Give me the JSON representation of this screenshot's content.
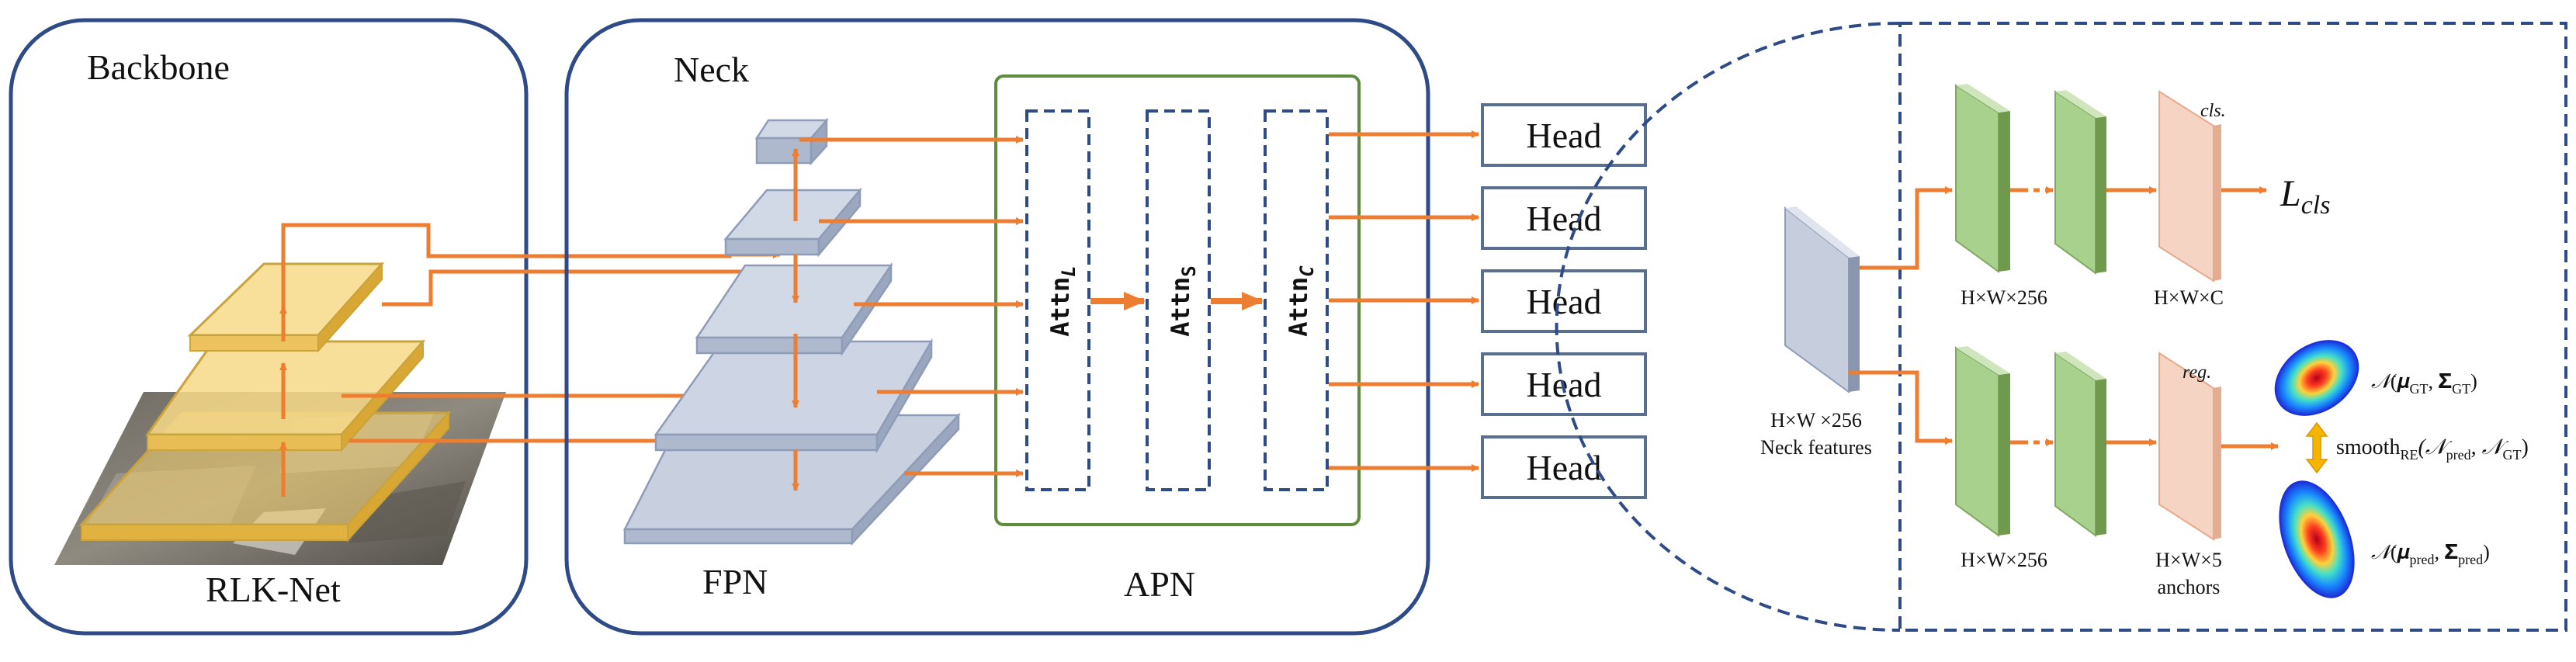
{
  "backbone": {
    "title": "Backbone",
    "caption": "RLK-Net"
  },
  "neck": {
    "title": "Neck",
    "fpn_label": "FPN",
    "apn_label": "APN"
  },
  "attention": [
    {
      "name": "Attn",
      "sub": "L"
    },
    {
      "name": "Attn",
      "sub": "S"
    },
    {
      "name": "Attn",
      "sub": "C"
    }
  ],
  "heads": [
    "Head",
    "Head",
    "Head",
    "Head",
    "Head"
  ],
  "detail": {
    "neck_features": {
      "dims": "H×W ×256",
      "label": "Neck features"
    },
    "cls_branch": {
      "feat_dims": "H×W×256",
      "out_dims": "H×W×C",
      "out_tag": "cls.",
      "loss": "L",
      "loss_sub": "cls"
    },
    "reg_branch": {
      "feat_dims": "H×W×256",
      "out_dims": "H×W×5",
      "out_extra": "anchors",
      "out_tag": "reg."
    },
    "gt_dist": {
      "sym": "𝒩",
      "args": "(𝝁",
      "a1": "GT",
      "mid": ", 𝚺",
      "a2": "GT",
      "end": ")"
    },
    "pred_dist": {
      "sym": "𝒩",
      "args": "(𝝁",
      "a1": "pred",
      "mid": ", 𝚺",
      "a2": "pred",
      "end": ")"
    },
    "smooth_loss": {
      "name": "smooth",
      "sub": "RE",
      "args": "(𝒩",
      "a1": "pred",
      "mid": ", 𝒩",
      "a2": "GT",
      "end": ")"
    }
  },
  "colors": {
    "frame_blue": "#2e4a87",
    "apn_green": "#5c8c3c",
    "arrow_orange": "#ed7d31",
    "feature_yellow": "#f5cf6b",
    "fpn_gray": "#c8d0e0",
    "conv_green": "#a9d18e",
    "peach": "#f4c9b5"
  }
}
